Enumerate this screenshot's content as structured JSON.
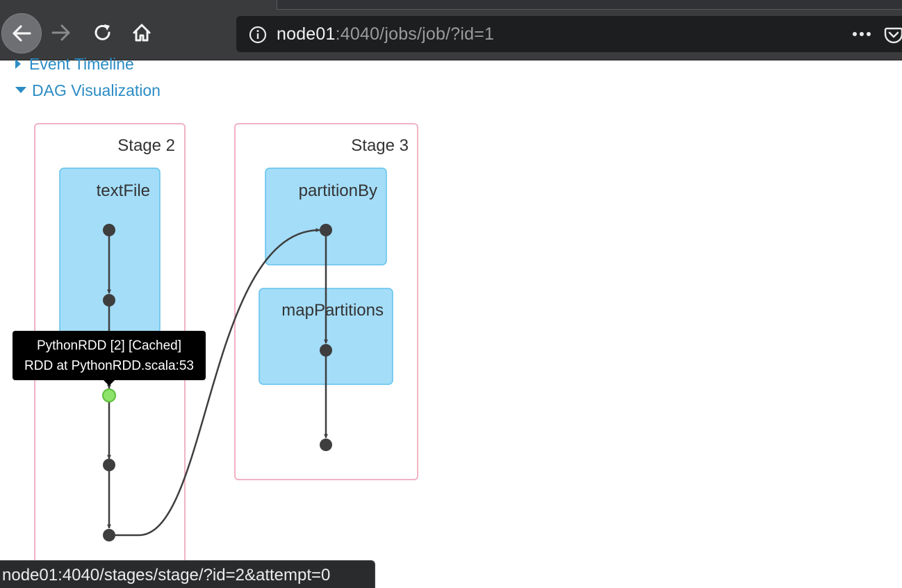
{
  "browser": {
    "url_host": "node01",
    "url_path": ":4040/jobs/job/?id=1",
    "icons": {
      "back": "arrow-left-icon",
      "forward": "arrow-right-icon",
      "reload": "reload-icon",
      "home": "home-icon",
      "info": "info-icon",
      "more": "more-icon",
      "pocket": "pocket-icon"
    }
  },
  "page": {
    "event_timeline_label": "Event Timeline",
    "dag_visualization_label": "DAG Visualization"
  },
  "dag": {
    "stages": [
      {
        "label": "Stage 2",
        "clusters": [
          "textFile"
        ]
      },
      {
        "label": "Stage 3",
        "clusters": [
          "partitionBy",
          "mapPartitions"
        ]
      }
    ],
    "colors": {
      "stage_border": "#f0b3c3",
      "cluster_fill": "#a4ddf8",
      "cluster_border": "#62c2ec",
      "node": "#3e3e3e",
      "cached_node": "#8ee36b",
      "edge": "#3e3e3e"
    }
  },
  "tooltip": {
    "line1": "PythonRDD [2] [Cached]",
    "line2": "RDD at PythonRDD.scala:53"
  },
  "status_bar": {
    "text": "node01:4040/stages/stage/?id=2&attempt=0"
  }
}
